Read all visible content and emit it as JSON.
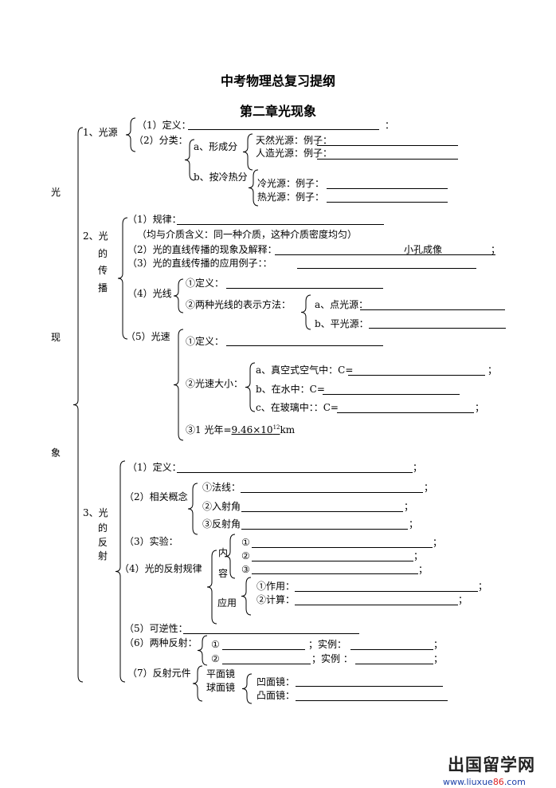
{
  "title": "中考物理总复习提纲",
  "chapter": "第二章光现象",
  "side": {
    "c1": "光",
    "c2": "现",
    "c3": "象"
  },
  "s1": {
    "head": "1、光源",
    "def": "（1）定义：",
    "def_end": "：",
    "cls": "（2）分类：",
    "a": "a、形成分",
    "b": "b、按冷热分",
    "natural": "天然光源：例子：",
    "artificial": "人造光源：例子：",
    "cold": "冷光源：例子：",
    "hot": "热光源：例子："
  },
  "s2": {
    "head": "2、光",
    "c2": "的",
    "c3": "传",
    "c4": "播",
    "law": "（1）规律：",
    "note": "（均与介质含义：同一种介质，这种介质密度均匀）",
    "phen": "（2）光的直线传播的现象及解释：",
    "phen_fill": "小孔成像",
    "phen_end": "；",
    "app": "（3）光的直线传播的应用例子：：",
    "ray": "（4）光线",
    "ray_def": "①定义：",
    "ray_two": "②两种光线的表示方法：",
    "ray_a": "a、点光源：",
    "ray_b": "b、平光源：",
    "speed": "（5）光速",
    "sp_def": "①定义：",
    "sp_size": "②光速大小：",
    "sp_a": "a、真空式空气中：C=",
    "sp_b": "b、在水中：C=",
    "sp_c": "c、在玻璃中：：C=",
    "semi": "；",
    "ly_prefix": "③1  光年=",
    "ly_val": "9.46×10",
    "ly_exp": "12",
    "ly_unit": "km"
  },
  "s3": {
    "head": "3、光",
    "c2": "的",
    "c3": "反",
    "c4": "射",
    "def": "（1）定义：",
    "concepts": "（2）相关概念",
    "normal": "①法线：",
    "incidence": "②入射角",
    "reflection": "③反射角",
    "exp": "（3）实验：",
    "law": "（4）光的反射规律",
    "content1": "内",
    "content2": "容",
    "n1": "①",
    "n2": "②",
    "n3": "③",
    "apply": "应用",
    "use": "①作用：",
    "calc": "②计算：",
    "rev": "（5）可逆性：",
    "two": "（6）两种反射：",
    "ex1": "；实例：",
    "ex2": "；实例 ：",
    "elem": "（7）反射元件",
    "plane": "平面镜",
    "sphere": "球面镜",
    "concave": "凹面镜：",
    "convex": "凸面镜：",
    "semi": "；"
  },
  "watermark": {
    "name": "出国留学网",
    "url_a": "www.liuxue",
    "url_b": "86",
    "url_c": ".com"
  }
}
